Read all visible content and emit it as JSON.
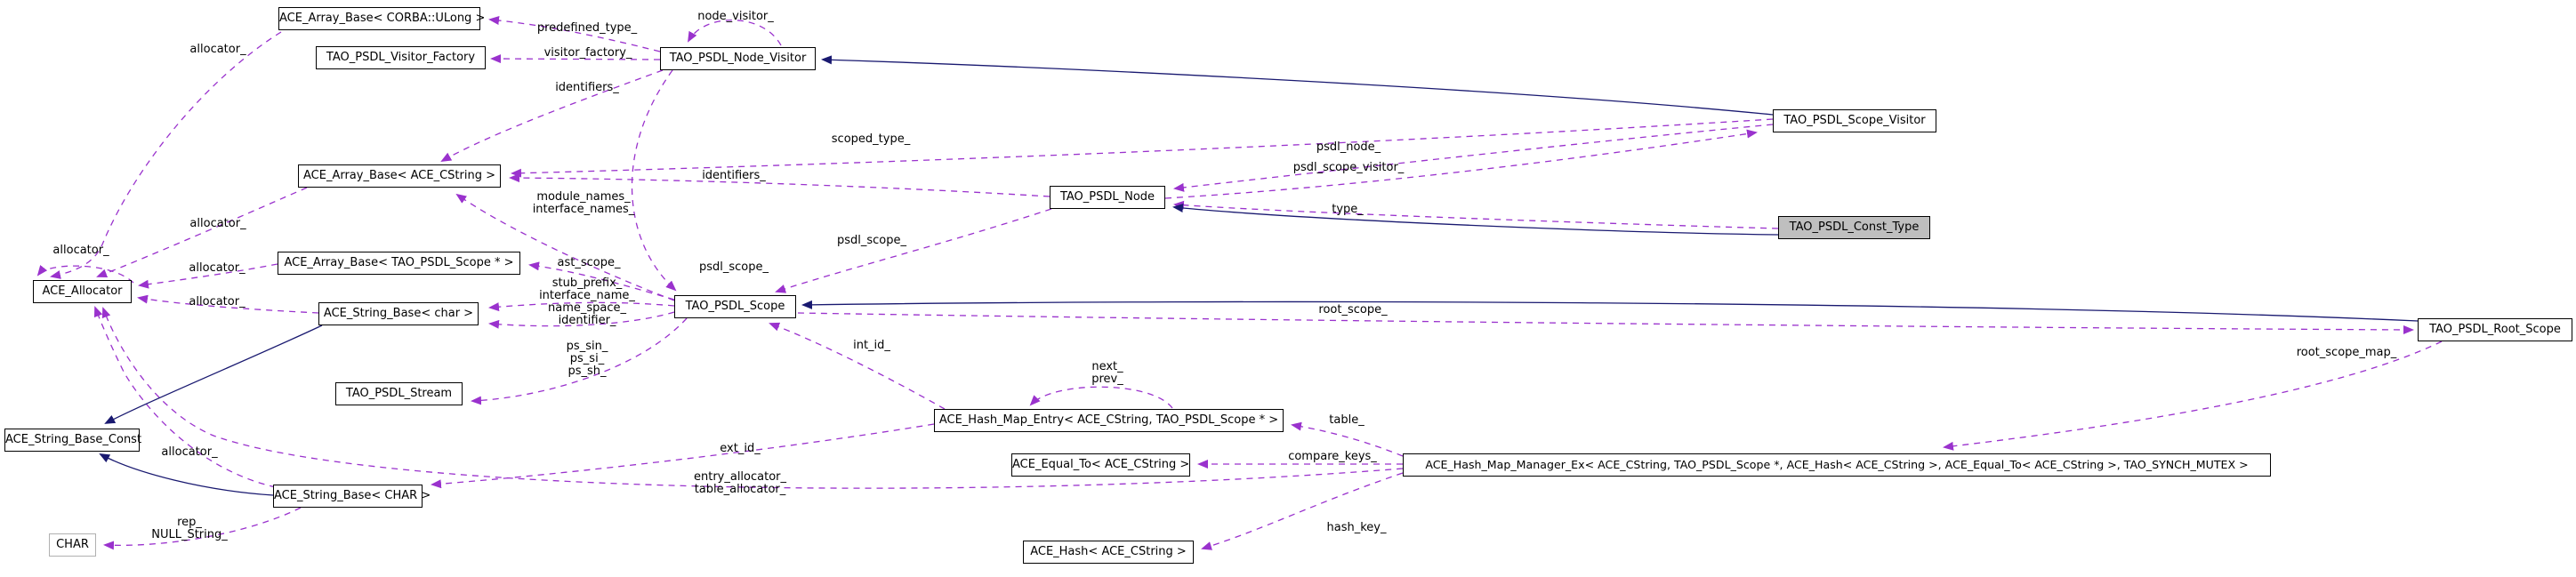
{
  "diagram": {
    "title": "TAO_PSDL_Const_Type collaboration diagram",
    "colors": {
      "reference_edge": "#9a32cd",
      "inheritance_edge": "#191970",
      "highlight_fill": "#bfbfbf",
      "box_border": "#000000",
      "background": "#ffffff"
    },
    "nodes": [
      {
        "label": "ACE_Array_Base< CORBA::ULong >"
      },
      {
        "label": "TAO_PSDL_Visitor_Factory"
      },
      {
        "label": "TAO_PSDL_Node_Visitor"
      },
      {
        "label": "TAO_PSDL_Scope_Visitor"
      },
      {
        "label": "ACE_Array_Base< ACE_CString >"
      },
      {
        "label": "TAO_PSDL_Node"
      },
      {
        "label": "TAO_PSDL_Const_Type"
      },
      {
        "label": "ACE_Allocator"
      },
      {
        "label": "ACE_Array_Base< TAO_PSDL_Scope * >"
      },
      {
        "label": "ACE_String_Base< char >"
      },
      {
        "label": "TAO_PSDL_Scope"
      },
      {
        "label": "TAO_PSDL_Stream"
      },
      {
        "label": "ACE_String_Base_Const"
      },
      {
        "label": "ACE_Hash_Map_Entry< ACE_CString, TAO_PSDL_Scope * >"
      },
      {
        "label": "ACE_Equal_To< ACE_CString >"
      },
      {
        "label": "ACE_Hash_Map_Manager_Ex< ACE_CString, TAO_PSDL_Scope *, ACE_Hash< ACE_CString >, ACE_Equal_To< ACE_CString >, TAO_SYNCH_MUTEX >"
      },
      {
        "label": "ACE_String_Base< CHAR >"
      },
      {
        "label": "CHAR"
      },
      {
        "label": "ACE_Hash< ACE_CString >"
      },
      {
        "label": "TAO_PSDL_Root_Scope"
      }
    ],
    "edge_labels": [
      {
        "text": "allocator_"
      },
      {
        "text": "node_visitor_"
      },
      {
        "text": "predefined_type_"
      },
      {
        "text": "visitor_factory_"
      },
      {
        "text": "identifiers_"
      },
      {
        "text": "scoped_type_"
      },
      {
        "text": "psdl_node_"
      },
      {
        "text": "psdl_scope_visitor_"
      },
      {
        "text": "identifiers_"
      },
      {
        "text": "module_names_\ninterface_names_"
      },
      {
        "text": "type_"
      },
      {
        "text": "allocator_"
      },
      {
        "text": "psdl_scope_"
      },
      {
        "text": "allocator_"
      },
      {
        "text": "ast_scope_"
      },
      {
        "text": "psdl_scope_"
      },
      {
        "text": "allocator_"
      },
      {
        "text": "stub_prefix_\ninterface_name_\nname_space_\nidentifier_"
      },
      {
        "text": "allocator_"
      },
      {
        "text": "root_scope_"
      },
      {
        "text": "ps_sin_\nps_si_\nps_sh_"
      },
      {
        "text": "int_id_"
      },
      {
        "text": "next_\nprev_"
      },
      {
        "text": "root_scope_map_"
      },
      {
        "text": "table_"
      },
      {
        "text": "ext_id_"
      },
      {
        "text": "allocator_"
      },
      {
        "text": "compare_keys_"
      },
      {
        "text": "entry_allocator_\ntable_allocator_"
      },
      {
        "text": "hash_key_"
      },
      {
        "text": "rep_\nNULL_String_"
      }
    ]
  }
}
